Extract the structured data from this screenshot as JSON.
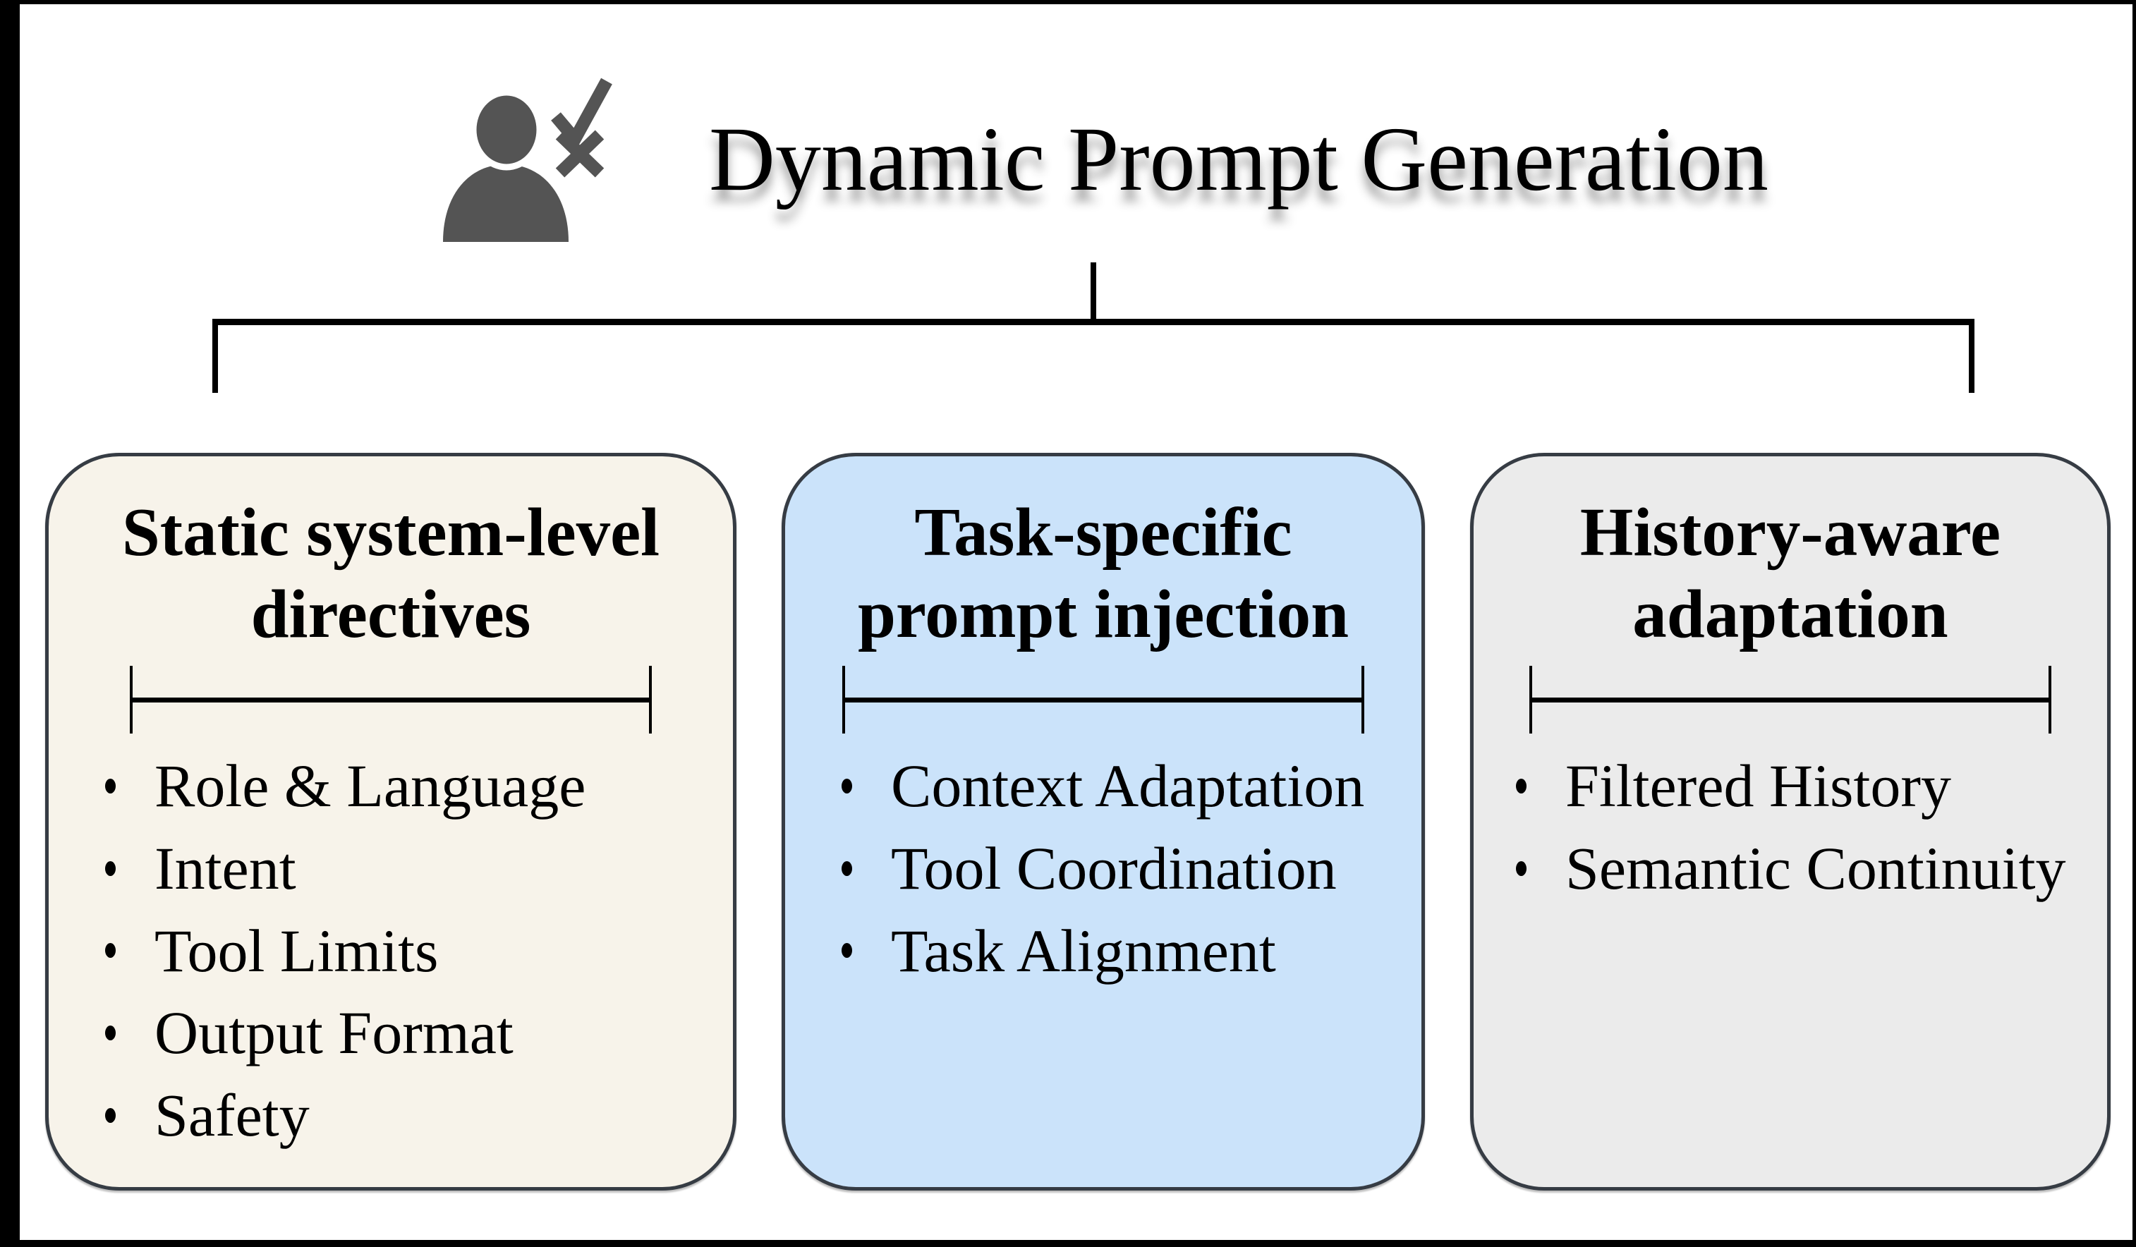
{
  "header": {
    "title": "Dynamic Prompt Generation",
    "icon": "person-with-check-and-x"
  },
  "colors": {
    "frame": "#000000",
    "background": "#ffffff",
    "box_border": "#363c44",
    "icon_gray": "#545454",
    "connector": "#000000",
    "text": "#000000",
    "static_box_bg": "#f7f3ea",
    "task_box_bg": "#cbe3fa",
    "history_box_bg": "#ebebeb"
  },
  "boxes": [
    {
      "id": "static-directives",
      "title": "Static system-level\ndirectives",
      "bg": "#f7f3ea",
      "items": [
        "Role & Language",
        "Intent",
        "Tool Limits",
        "Output Format",
        "Safety"
      ]
    },
    {
      "id": "task-specific",
      "title": "Task-specific\nprompt injection",
      "bg": "#cbe3fa",
      "items": [
        "Context Adaptation",
        "Tool Coordination",
        "Task Alignment"
      ]
    },
    {
      "id": "history-aware",
      "title": "History-aware\nadaptation",
      "bg": "#ebebeb",
      "items": [
        "Filtered History",
        "Semantic Continuity"
      ]
    }
  ]
}
